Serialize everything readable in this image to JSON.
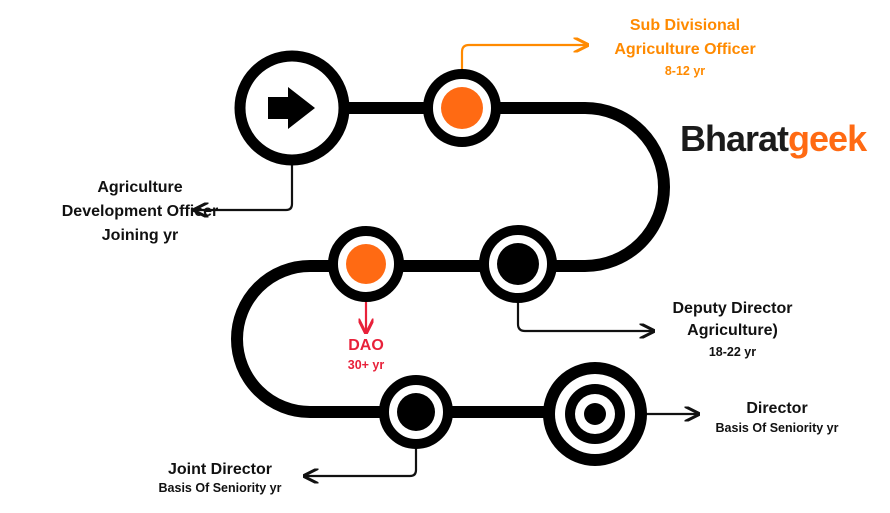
{
  "brand": {
    "part1": "Bharat",
    "part2": "geek",
    "color1": "#1b1b1b",
    "color2": "#ff6a13"
  },
  "colors": {
    "path": "#000000",
    "orange_node": "#ff6a13",
    "orange_text": "#ff8a00",
    "red_text": "#e8213a"
  },
  "start": {
    "icon": "arrow-right-icon"
  },
  "stages": [
    {
      "id": "ado",
      "lines": [
        "Agriculture",
        "Development Officer",
        "Joining yr"
      ]
    },
    {
      "id": "sdao",
      "lines": [
        "Sub Divisional",
        "Agriculture Officer"
      ],
      "years": "8-12 yr"
    },
    {
      "id": "ddo",
      "lines": [
        "Deputy Director",
        "Agriculture)"
      ],
      "years": "18-22 yr"
    },
    {
      "id": "dao",
      "lines": [
        "DAO"
      ],
      "years": "30+ yr"
    },
    {
      "id": "jd",
      "lines": [
        "Joint Director"
      ],
      "years": "Basis Of Seniority yr"
    },
    {
      "id": "dir",
      "lines": [
        "Director"
      ],
      "years": "Basis Of Seniority yr"
    }
  ]
}
